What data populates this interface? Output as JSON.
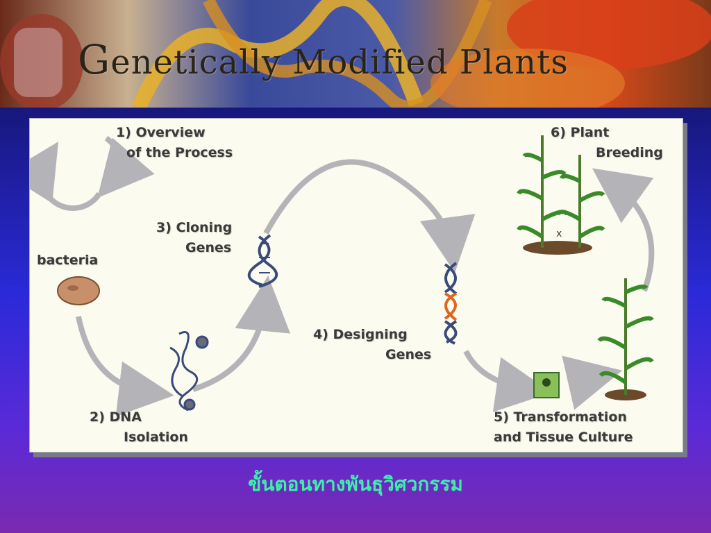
{
  "banner": {
    "title_cap": "G",
    "title_rest": "enetically Modified Plants"
  },
  "steps": {
    "overview": {
      "line1": "1) Overview",
      "line2": "of the Process"
    },
    "bacteria": "bacteria",
    "dna_isolation": {
      "line1": "2) DNA",
      "line2": "Isolation"
    },
    "cloning": {
      "line1": "3) Cloning",
      "line2": "Genes"
    },
    "designing": {
      "line1": "4) Designing",
      "line2": "Genes"
    },
    "transformation": {
      "line1": "5) Transformation",
      "line2": "and Tissue Culture"
    },
    "breeding": {
      "line1": "6) Plant",
      "line2": "Breeding"
    },
    "cross_mark": "x"
  },
  "caption": "ขั้นตอนทางพันธุวิศวกรรม",
  "colors": {
    "arrow": "#b4b4b8",
    "dna": "#3a4a7a",
    "dna_modified": "#e0641e",
    "leaf": "#3a8a2a",
    "caption": "#3cf0a8"
  }
}
